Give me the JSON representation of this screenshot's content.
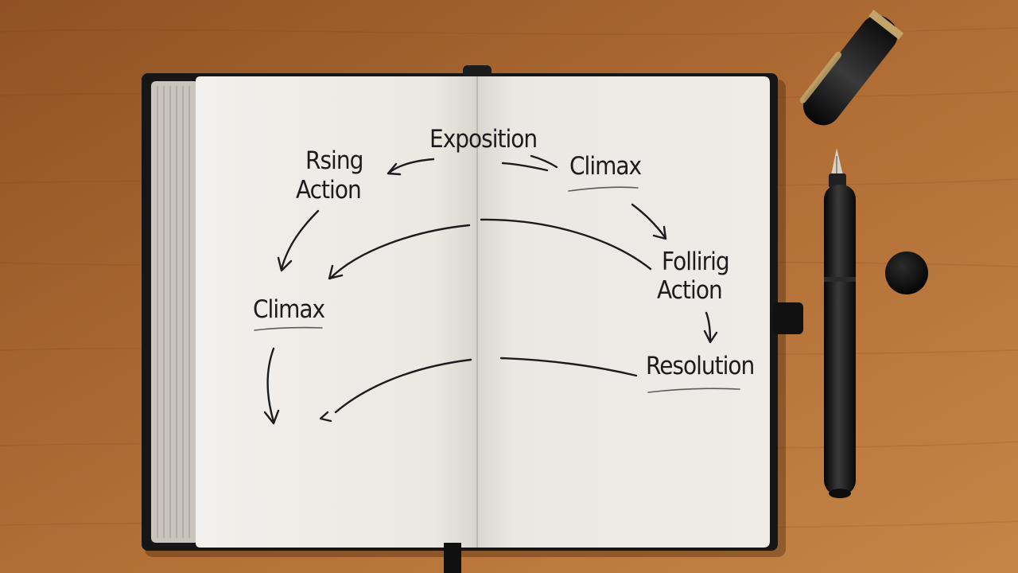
{
  "notes": {
    "exposition": "Exposition",
    "rising_action_line1": "Rsing",
    "rising_action_line2": "Action",
    "climax_top": "Climax",
    "climax_left": "Climax",
    "falling_action_line1": "Follirig",
    "falling_action_line2": "Action",
    "resolution": "Resolution"
  },
  "colors": {
    "desk": "#a8652f",
    "desk_dark": "#8a4f22",
    "page": "#efece6",
    "cover": "#161616",
    "ink": "#1c1c1c",
    "pen_trim": "#c2a46a"
  }
}
